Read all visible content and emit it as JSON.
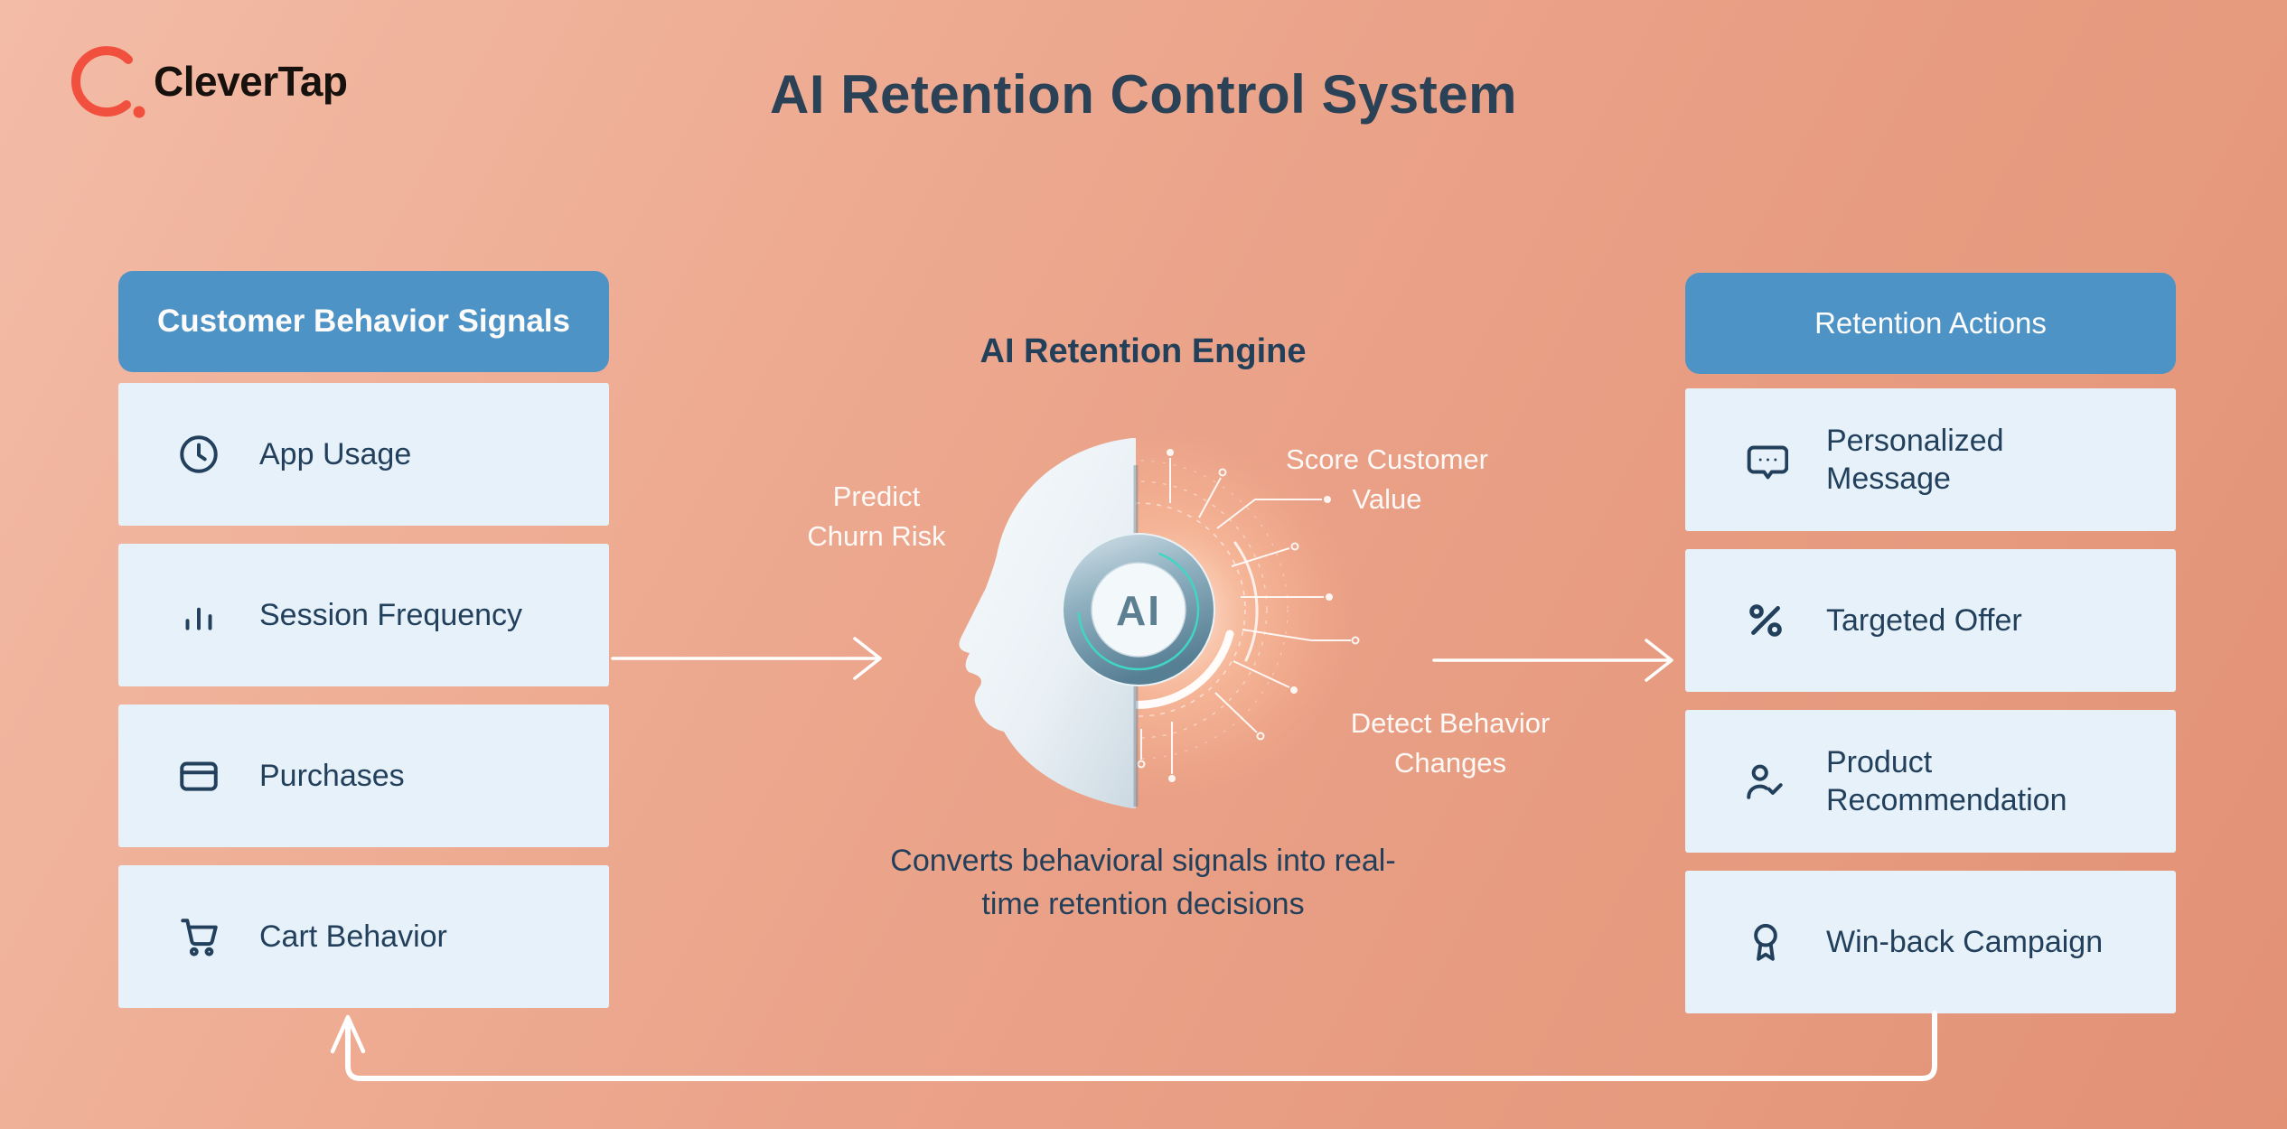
{
  "brand": {
    "name": "CleverTap"
  },
  "title": "AI Retention Control System",
  "colors": {
    "background_top": "#F3BCA7",
    "background_bottom": "#E29175",
    "header_blue": "#4E93C6",
    "card_bg": "#E6F1F9",
    "text_navy": "#22405C",
    "title_navy": "#2B4156",
    "label_white": "#FCF9F7",
    "logo_red": "#F2503F",
    "badge_teal": "#41D6C3"
  },
  "left_panel": {
    "header": "Customer Behavior Signals",
    "items": [
      {
        "icon": "clock-icon",
        "label": "App Usage"
      },
      {
        "icon": "bar-chart-icon",
        "label": "Session Frequency"
      },
      {
        "icon": "credit-card-icon",
        "label": "Purchases"
      },
      {
        "icon": "cart-icon",
        "label": "Cart Behavior"
      }
    ]
  },
  "engine": {
    "heading": "AI Retention Engine",
    "badge": "AI",
    "label_predict": "Predict Churn Risk",
    "label_score": "Score Customer Value",
    "label_detect": "Detect Behavior Changes",
    "caption": "Converts behavioral signals into real-time retention decisions"
  },
  "right_panel": {
    "header": "Retention Actions",
    "items": [
      {
        "icon": "message-icon",
        "label": "Personalized Message"
      },
      {
        "icon": "percent-icon",
        "label": "Targeted Offer"
      },
      {
        "icon": "user-check-icon",
        "label": "Product Recommendation"
      },
      {
        "icon": "award-icon",
        "label": "Win-back Campaign"
      }
    ]
  }
}
